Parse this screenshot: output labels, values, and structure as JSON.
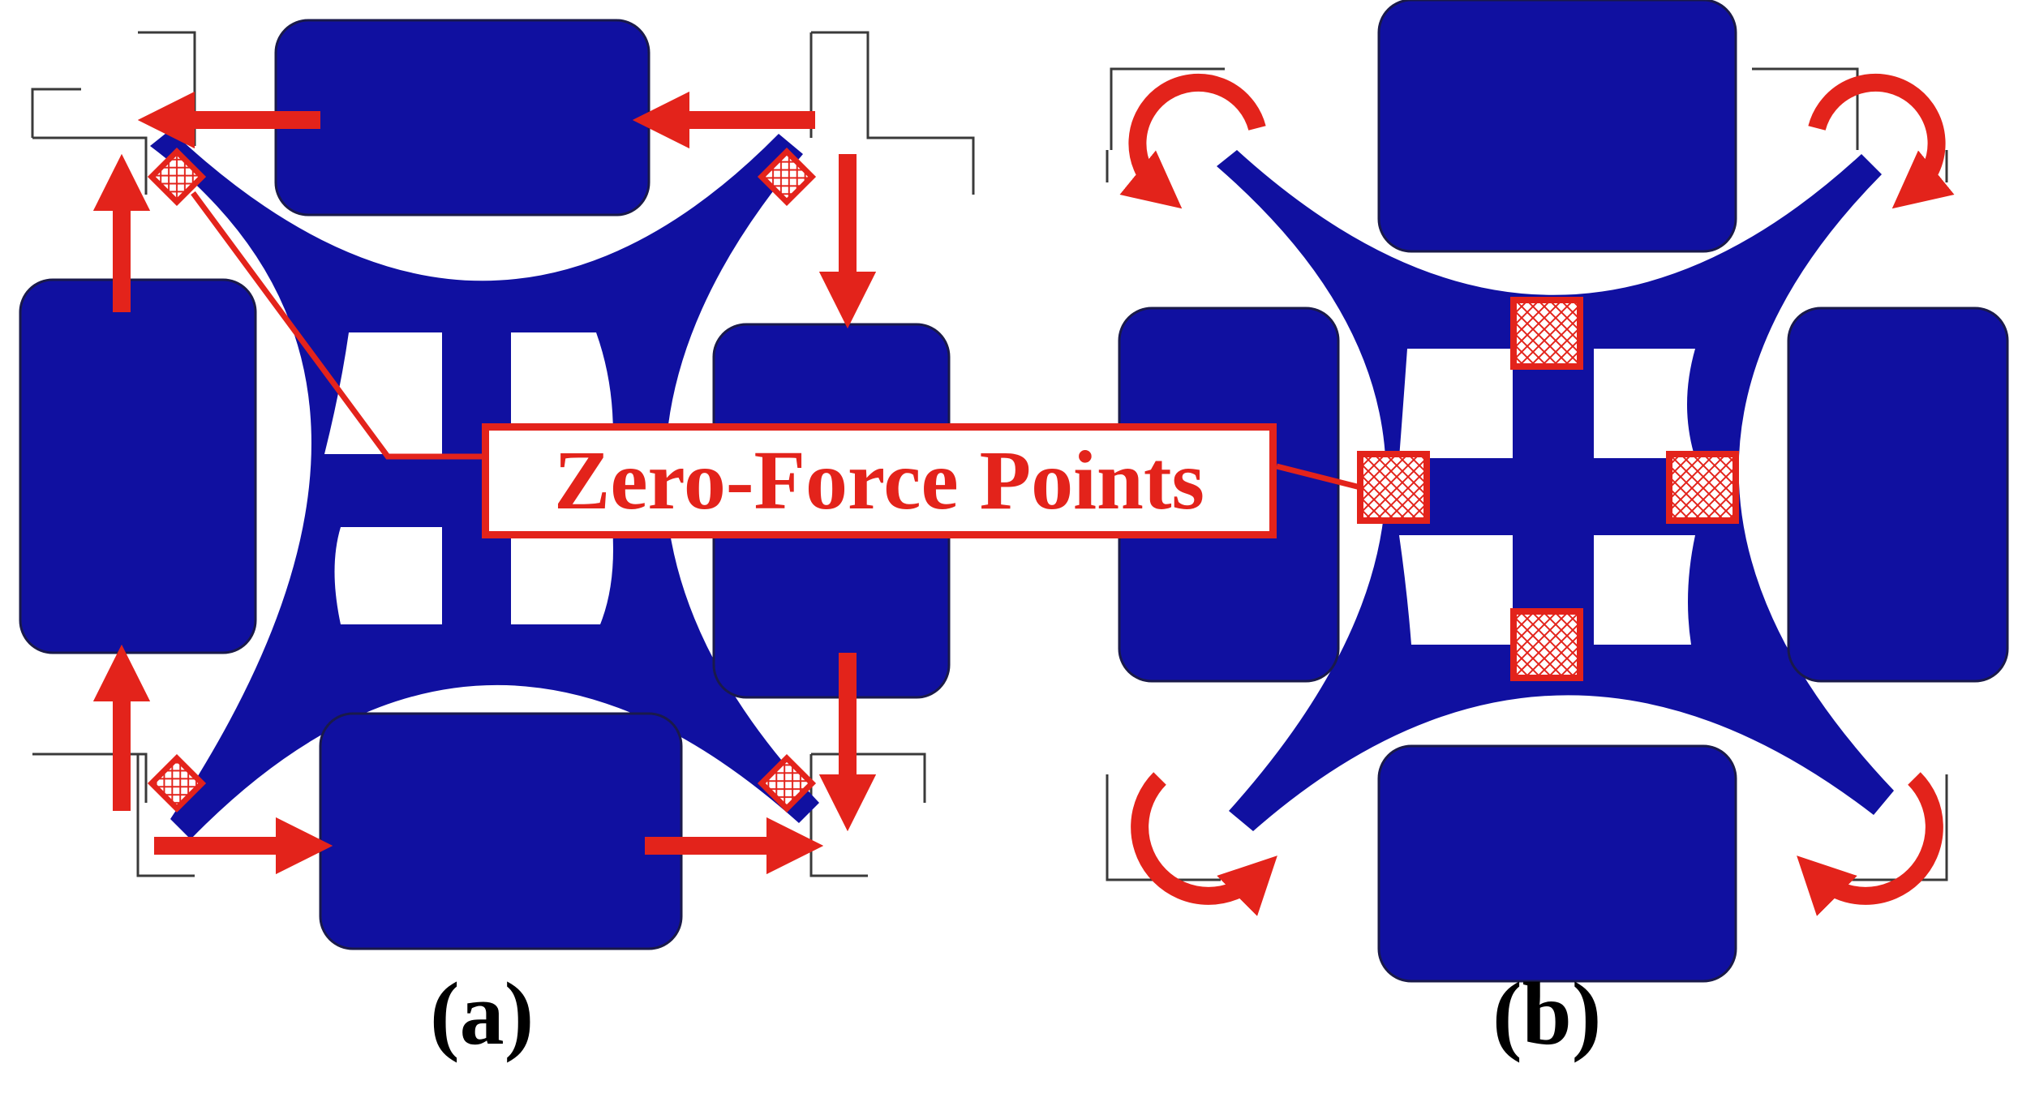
{
  "labels": {
    "panel_a": "(a)",
    "panel_b": "(b)",
    "callout": "Zero-Force Points"
  },
  "colors": {
    "mass": "#1010a0",
    "arrow": "#e3231b",
    "outline": "#3a3a3a",
    "marker": "#e3231b"
  }
}
